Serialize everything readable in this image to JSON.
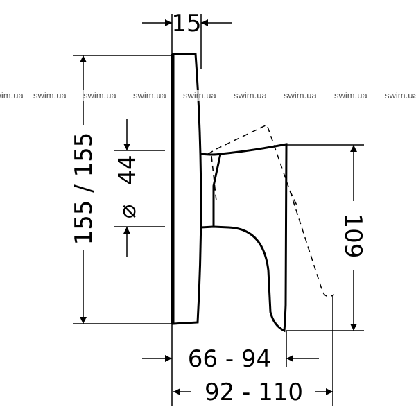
{
  "drawing": {
    "dimensions": {
      "depth_plate": "15",
      "height_plate": "155 / 155",
      "diameter_symbol": "⌀",
      "diameter": "44",
      "handle_height": "109",
      "projection_min": "66 - 94",
      "projection_max": "92 - 110"
    },
    "colors": {
      "line": "#000000",
      "watermark": "#555555"
    }
  },
  "watermark": "swim.ua"
}
